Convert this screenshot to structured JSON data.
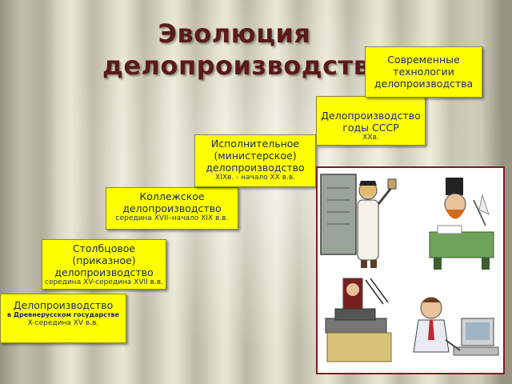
{
  "title": {
    "line1": "Эволюция",
    "line2": "делопроизводства"
  },
  "steps": [
    {
      "main": "Делопроизводство",
      "note": "в Древнерусском государстве",
      "sub": "X-середина XV в.в."
    },
    {
      "main_lines": [
        "Столбцовое",
        "(приказное)",
        "делопроизводство"
      ],
      "sub": "середина XV-середина XVII в.в."
    },
    {
      "main_lines": [
        "Коллежское",
        "делопроизводство"
      ],
      "sub": "середина XVII–начало XIX в.в."
    },
    {
      "main_lines": [
        "Исполнительное",
        "(министерское)",
        "делопроизводство"
      ],
      "sub": "XIXв. - начало XX в.в."
    },
    {
      "main_lines": [
        "Делопроизводство",
        "годы СССР"
      ],
      "sub": "XXв."
    },
    {
      "main_lines": [
        "Современные",
        "технологии",
        "делопроизводства"
      ]
    }
  ],
  "illustration": {
    "scenes": [
      "scribe-carving-stone-tablet",
      "scribe-with-quill-at-desk",
      "clerk-at-typewriter",
      "worker-at-computer"
    ]
  }
}
